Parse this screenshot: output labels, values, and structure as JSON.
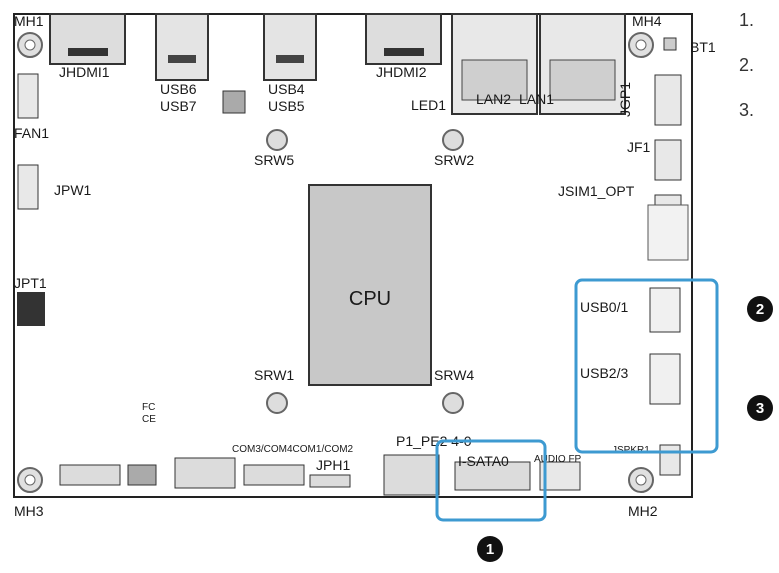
{
  "diagram": {
    "labels": {
      "mh1": "MH1",
      "mh2": "MH2",
      "mh3": "MH3",
      "mh4": "MH4",
      "bt1": "BT1",
      "jhdmi1": "JHDMI1",
      "jhdmi2": "JHDMI2",
      "fan1": "FAN1",
      "usb6": "USB6",
      "usb7": "USB7",
      "usb4": "USB4",
      "usb5": "USB5",
      "lan2": "LAN2",
      "lan1": "LAN1",
      "led1": "LED1",
      "jgp1": "JGP1",
      "jf1": "JF1",
      "jsim1": "JSIM1_OPT",
      "jpw1": "JPW1",
      "srw5": "SRW5",
      "srw2": "SRW2",
      "srw1": "SRW1",
      "srw4": "SRW4",
      "cpu": "CPU",
      "jpt1": "JPT1",
      "usb01": "USB0/1",
      "usb23": "USB2/3",
      "jspkr1": "JSPKR1",
      "com": "COM3/COM4COM1/COM2",
      "jph1": "JPH1",
      "p1pe2": "P1_PE2 4-0",
      "isata0": "I-SATA0",
      "audio_fp": "AUDIO FP",
      "fc": "FC",
      "ce": "CE"
    },
    "callouts": [
      {
        "number": "1",
        "target": "I-SATA0"
      },
      {
        "number": "2",
        "target": "USB0/1"
      },
      {
        "number": "3",
        "target": "USB2/3"
      }
    ],
    "list_numbers": [
      "1.",
      "2.",
      "3."
    ],
    "highlight_color": "#3d9ad1"
  }
}
